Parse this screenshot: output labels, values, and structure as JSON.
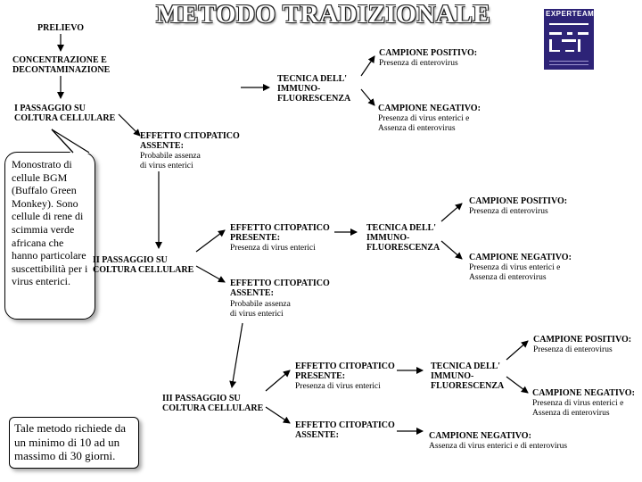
{
  "title": "METODO TRADIZIONALE",
  "prelievo": "PRELIEVO",
  "concentrazione": "CONCENTRAZIONE E\nDECONTAMINAZIONE",
  "passaggio1": "I PASSAGGIO SU\nCOLTURA CELLULARE",
  "passaggio2": "II PASSAGGIO SU\nCOLTURA CELLULARE",
  "passaggio3": "III PASSAGGIO SU\nCOLTURA CELLULARE",
  "callout": "Monostrato di cellule BGM (Buffalo Green Monkey). Sono cellule di rene di scimmia verde africana che hanno particolare suscettibilità per i virus enterici.",
  "note": "Tale metodo richiede da un minimo di 10 ad un massimo di 30 giorni.",
  "logo": {
    "name": "EXPERTEAM",
    "color": "#2d2377"
  },
  "row1": {
    "assente_title": "EFFETTO CITOPATICO\nASSENTE:",
    "assente_sub": "Probabile assenza\ndi virus enterici",
    "tecnica": "TECNICA DELL'\nIMMUNO-\nFLUORESCENZA",
    "positivo_title": "CAMPIONE POSITIVO:",
    "positivo_sub": "Presenza di enterovirus",
    "negativo_title": "CAMPIONE NEGATIVO:",
    "negativo_sub": "Presenza di virus enterici e\nAssenza di enterovirus"
  },
  "row2": {
    "presente_title": "EFFETTO CITOPATICO\nPRESENTE:",
    "presente_sub": "Presenza di virus enterici",
    "assente_title": "EFFETTO CITOPATICO\nASSENTE:",
    "assente_sub": "Probabile assenza\ndi virus enterici",
    "tecnica": "TECNICA DELL'\nIMMUNO-\nFLUORESCENZA",
    "positivo_title": "CAMPIONE POSITIVO:",
    "positivo_sub": "Presenza di enterovirus",
    "negativo_title": "CAMPIONE NEGATIVO:",
    "negativo_sub": "Presenza di virus enterici e\nAssenza di enterovirus"
  },
  "row3": {
    "presente_title": "EFFETTO CITOPATICO\nPRESENTE:",
    "presente_sub": "Presenza di virus enterici",
    "assente_title": "EFFETTO CITOPATICO\nASSENTE:",
    "tecnica": "TECNICA DELL'\nIMMUNO-\nFLUORESCENZA",
    "positivo_title": "CAMPIONE POSITIVO:",
    "positivo_sub": "Presenza di enterovirus",
    "negativo_title": "CAMPIONE NEGATIVO:",
    "negativo_sub": "Presenza di virus enterici e\nAssenza di enterovirus",
    "negativo2_title": "CAMPIONE NEGATIVO:",
    "negativo2_sub": "Assenza di virus enterici e di enterovirus"
  }
}
